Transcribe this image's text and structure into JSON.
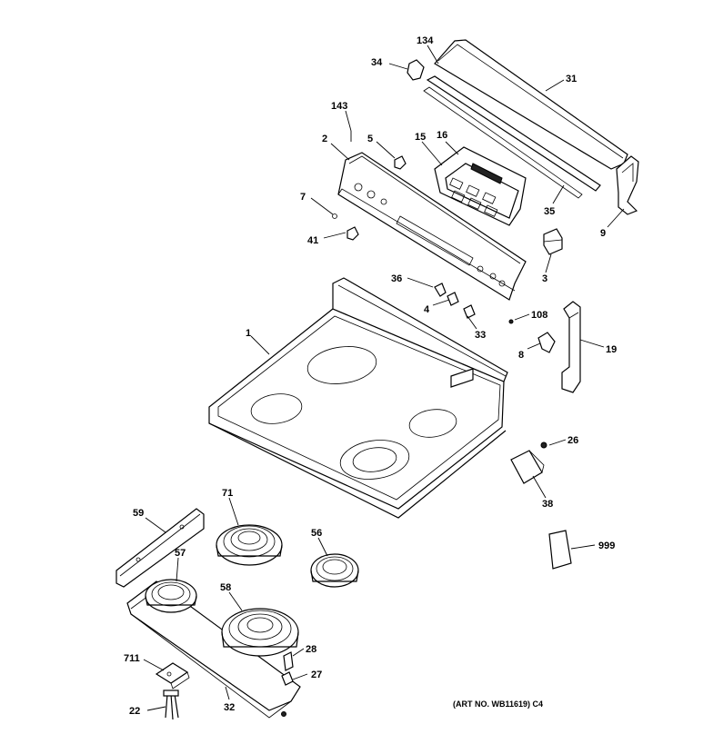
{
  "callouts": [
    {
      "id": "134",
      "text": "134"
    },
    {
      "id": "31",
      "text": "31"
    },
    {
      "id": "34",
      "text": "34"
    },
    {
      "id": "143",
      "text": "143"
    },
    {
      "id": "2",
      "text": "2"
    },
    {
      "id": "5",
      "text": "5"
    },
    {
      "id": "15",
      "text": "15"
    },
    {
      "id": "16",
      "text": "16"
    },
    {
      "id": "7",
      "text": "7"
    },
    {
      "id": "35",
      "text": "35"
    },
    {
      "id": "9",
      "text": "9"
    },
    {
      "id": "41",
      "text": "41"
    },
    {
      "id": "3",
      "text": "3"
    },
    {
      "id": "36",
      "text": "36"
    },
    {
      "id": "4",
      "text": "4"
    },
    {
      "id": "108",
      "text": "108"
    },
    {
      "id": "33",
      "text": "33"
    },
    {
      "id": "1",
      "text": "1"
    },
    {
      "id": "8",
      "text": "8"
    },
    {
      "id": "19",
      "text": "19"
    },
    {
      "id": "26",
      "text": "26"
    },
    {
      "id": "38",
      "text": "38"
    },
    {
      "id": "71",
      "text": "71"
    },
    {
      "id": "59",
      "text": "59"
    },
    {
      "id": "56",
      "text": "56"
    },
    {
      "id": "57",
      "text": "57"
    },
    {
      "id": "999",
      "text": "999"
    },
    {
      "id": "58",
      "text": "58"
    },
    {
      "id": "28",
      "text": "28"
    },
    {
      "id": "711",
      "text": "711"
    },
    {
      "id": "27",
      "text": "27"
    },
    {
      "id": "22",
      "text": "22"
    },
    {
      "id": "32",
      "text": "32"
    }
  ],
  "art_number": "(ART NO. WB11619) C4"
}
